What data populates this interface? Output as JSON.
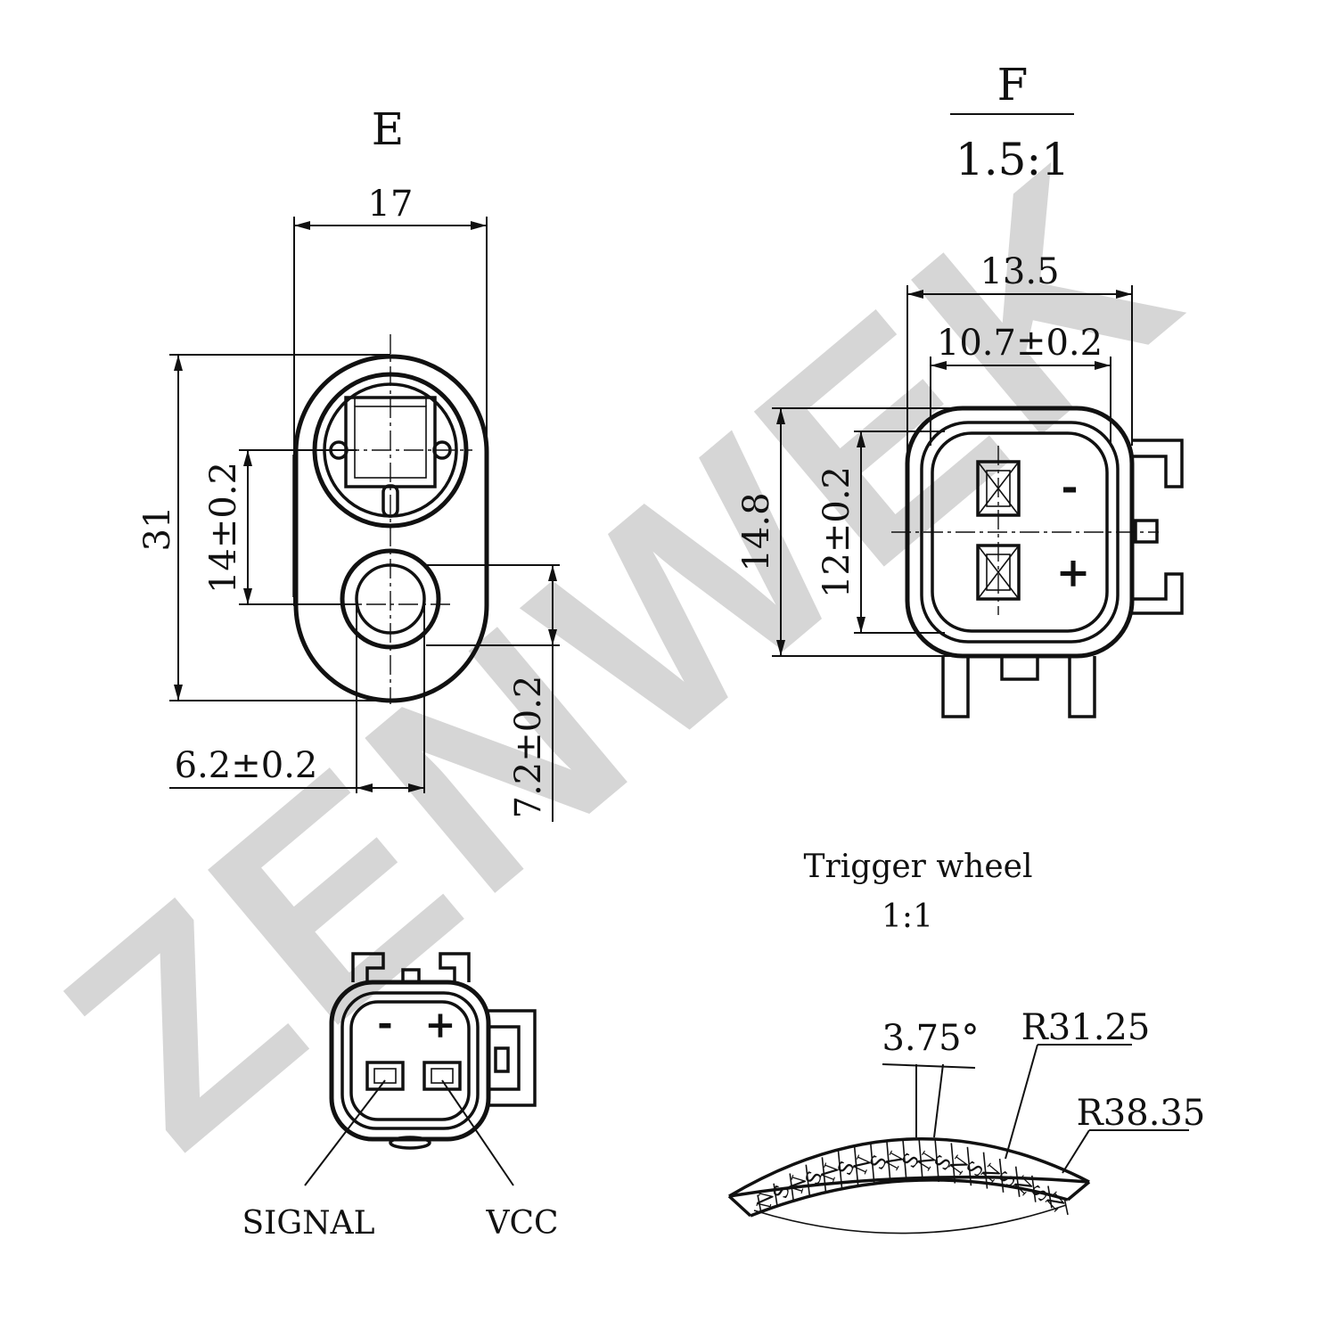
{
  "watermark": {
    "text": "ZENWEK",
    "color": "#d6d6d6"
  },
  "view_e": {
    "title": "E",
    "dims": {
      "width": "17",
      "height": "31",
      "pitch": "14±0.2",
      "hole_dia": "6.2±0.2",
      "hole_offset": "7.2±0.2"
    }
  },
  "view_f": {
    "title": "F",
    "scale": "1.5:1",
    "dims": {
      "outer_width": "13.5",
      "inner_width": "10.7±0.2",
      "outer_height": "14.8",
      "inner_height": "12±0.2"
    },
    "pins": {
      "minus": "-",
      "plus": "+"
    }
  },
  "connector_face": {
    "pins": {
      "minus": "-",
      "plus": "+"
    },
    "callouts": {
      "signal": "SIGNAL",
      "vcc": "VCC"
    }
  },
  "trigger_wheel": {
    "title": "Trigger wheel",
    "scale": "1:1",
    "angle": "3.75°",
    "inner_radius": "R31.25",
    "outer_radius": "R38.35",
    "poles": [
      "N",
      "S",
      "N",
      "S",
      "N",
      "S",
      "N",
      "S",
      "N",
      "S",
      "N",
      "S",
      "N",
      "S",
      "N",
      "S",
      "N",
      "S",
      "N"
    ]
  }
}
